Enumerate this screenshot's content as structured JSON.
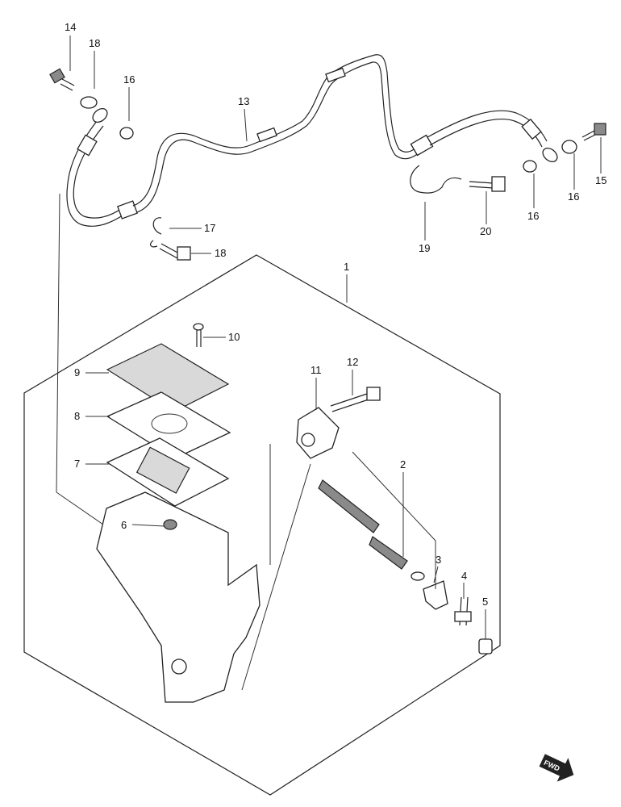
{
  "diagram": {
    "callouts": [
      {
        "id": "c14a",
        "label": "14"
      },
      {
        "id": "c18a",
        "label": "18"
      },
      {
        "id": "c16a",
        "label": "16"
      },
      {
        "id": "c13",
        "label": "13"
      },
      {
        "id": "c17",
        "label": "17"
      },
      {
        "id": "c18b",
        "label": "18"
      },
      {
        "id": "c19",
        "label": "19"
      },
      {
        "id": "c20",
        "label": "20"
      },
      {
        "id": "c16b",
        "label": "16"
      },
      {
        "id": "c16c",
        "label": "16"
      },
      {
        "id": "c15",
        "label": "15"
      },
      {
        "id": "c1",
        "label": "1"
      },
      {
        "id": "c10",
        "label": "10"
      },
      {
        "id": "c9",
        "label": "9"
      },
      {
        "id": "c8",
        "label": "8"
      },
      {
        "id": "c7",
        "label": "7"
      },
      {
        "id": "c6",
        "label": "6"
      },
      {
        "id": "c11",
        "label": "11"
      },
      {
        "id": "c12",
        "label": "12"
      },
      {
        "id": "c2",
        "label": "2"
      },
      {
        "id": "c3",
        "label": "3"
      },
      {
        "id": "c4",
        "label": "4"
      },
      {
        "id": "c5",
        "label": "5"
      }
    ],
    "front_indicator": "FWD"
  }
}
